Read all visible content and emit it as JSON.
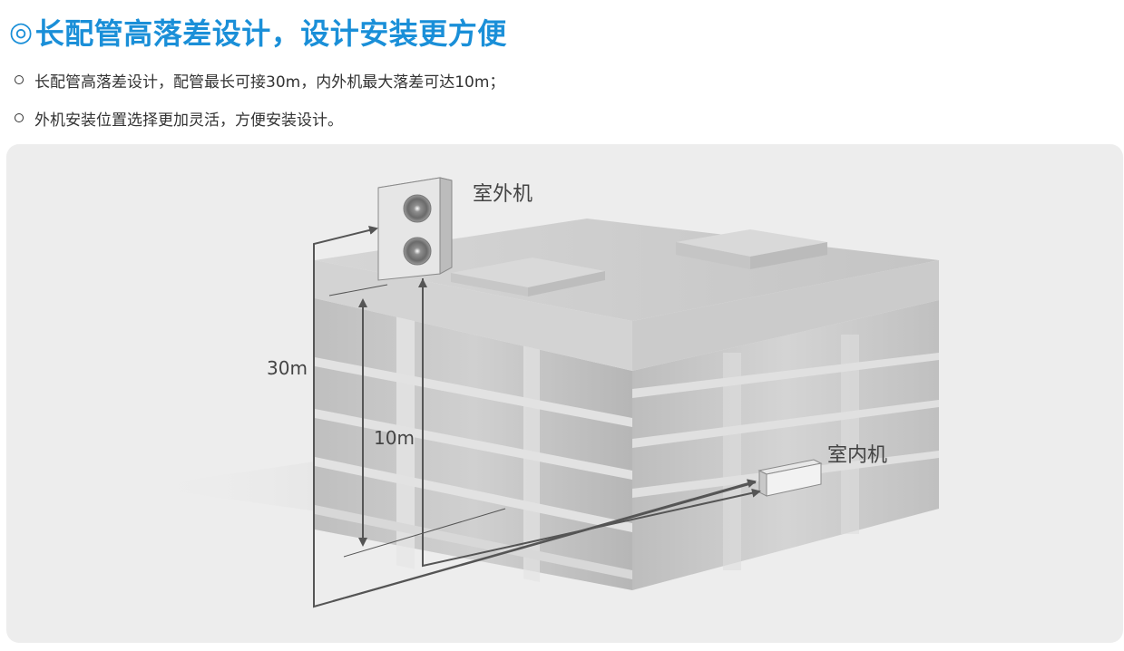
{
  "header": {
    "title_icon": "double-circle-icon",
    "title": "长配管高落差设计，设计安装更方便"
  },
  "bullets": [
    "长配管高落差设计，配管最长可接30m，内外机最大落差可达10m；",
    "外机安装位置选择更加灵活，方便安装设计。"
  ],
  "diagram": {
    "outdoor_label": "室外机",
    "indoor_label": "室内机",
    "pipe_length_label": "30m",
    "height_diff_label": "10m"
  },
  "colors": {
    "title": "#1a8fd8",
    "text": "#333333",
    "panel_bg": "#ededed"
  }
}
